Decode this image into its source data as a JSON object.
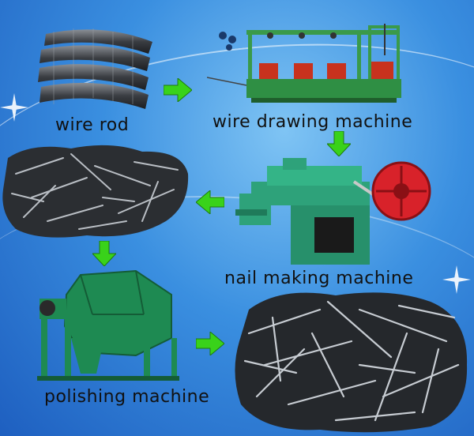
{
  "steps": {
    "wire_rod": "wire rod",
    "wire_drawing": "wire drawing machine",
    "nail_making": "nail making machine",
    "polishing": "polishing machine"
  },
  "colors": {
    "background": "#3a8fe0",
    "arrow": "#39d21a",
    "machine_green": "#2ea27a",
    "flywheel_red": "#d8222a"
  }
}
